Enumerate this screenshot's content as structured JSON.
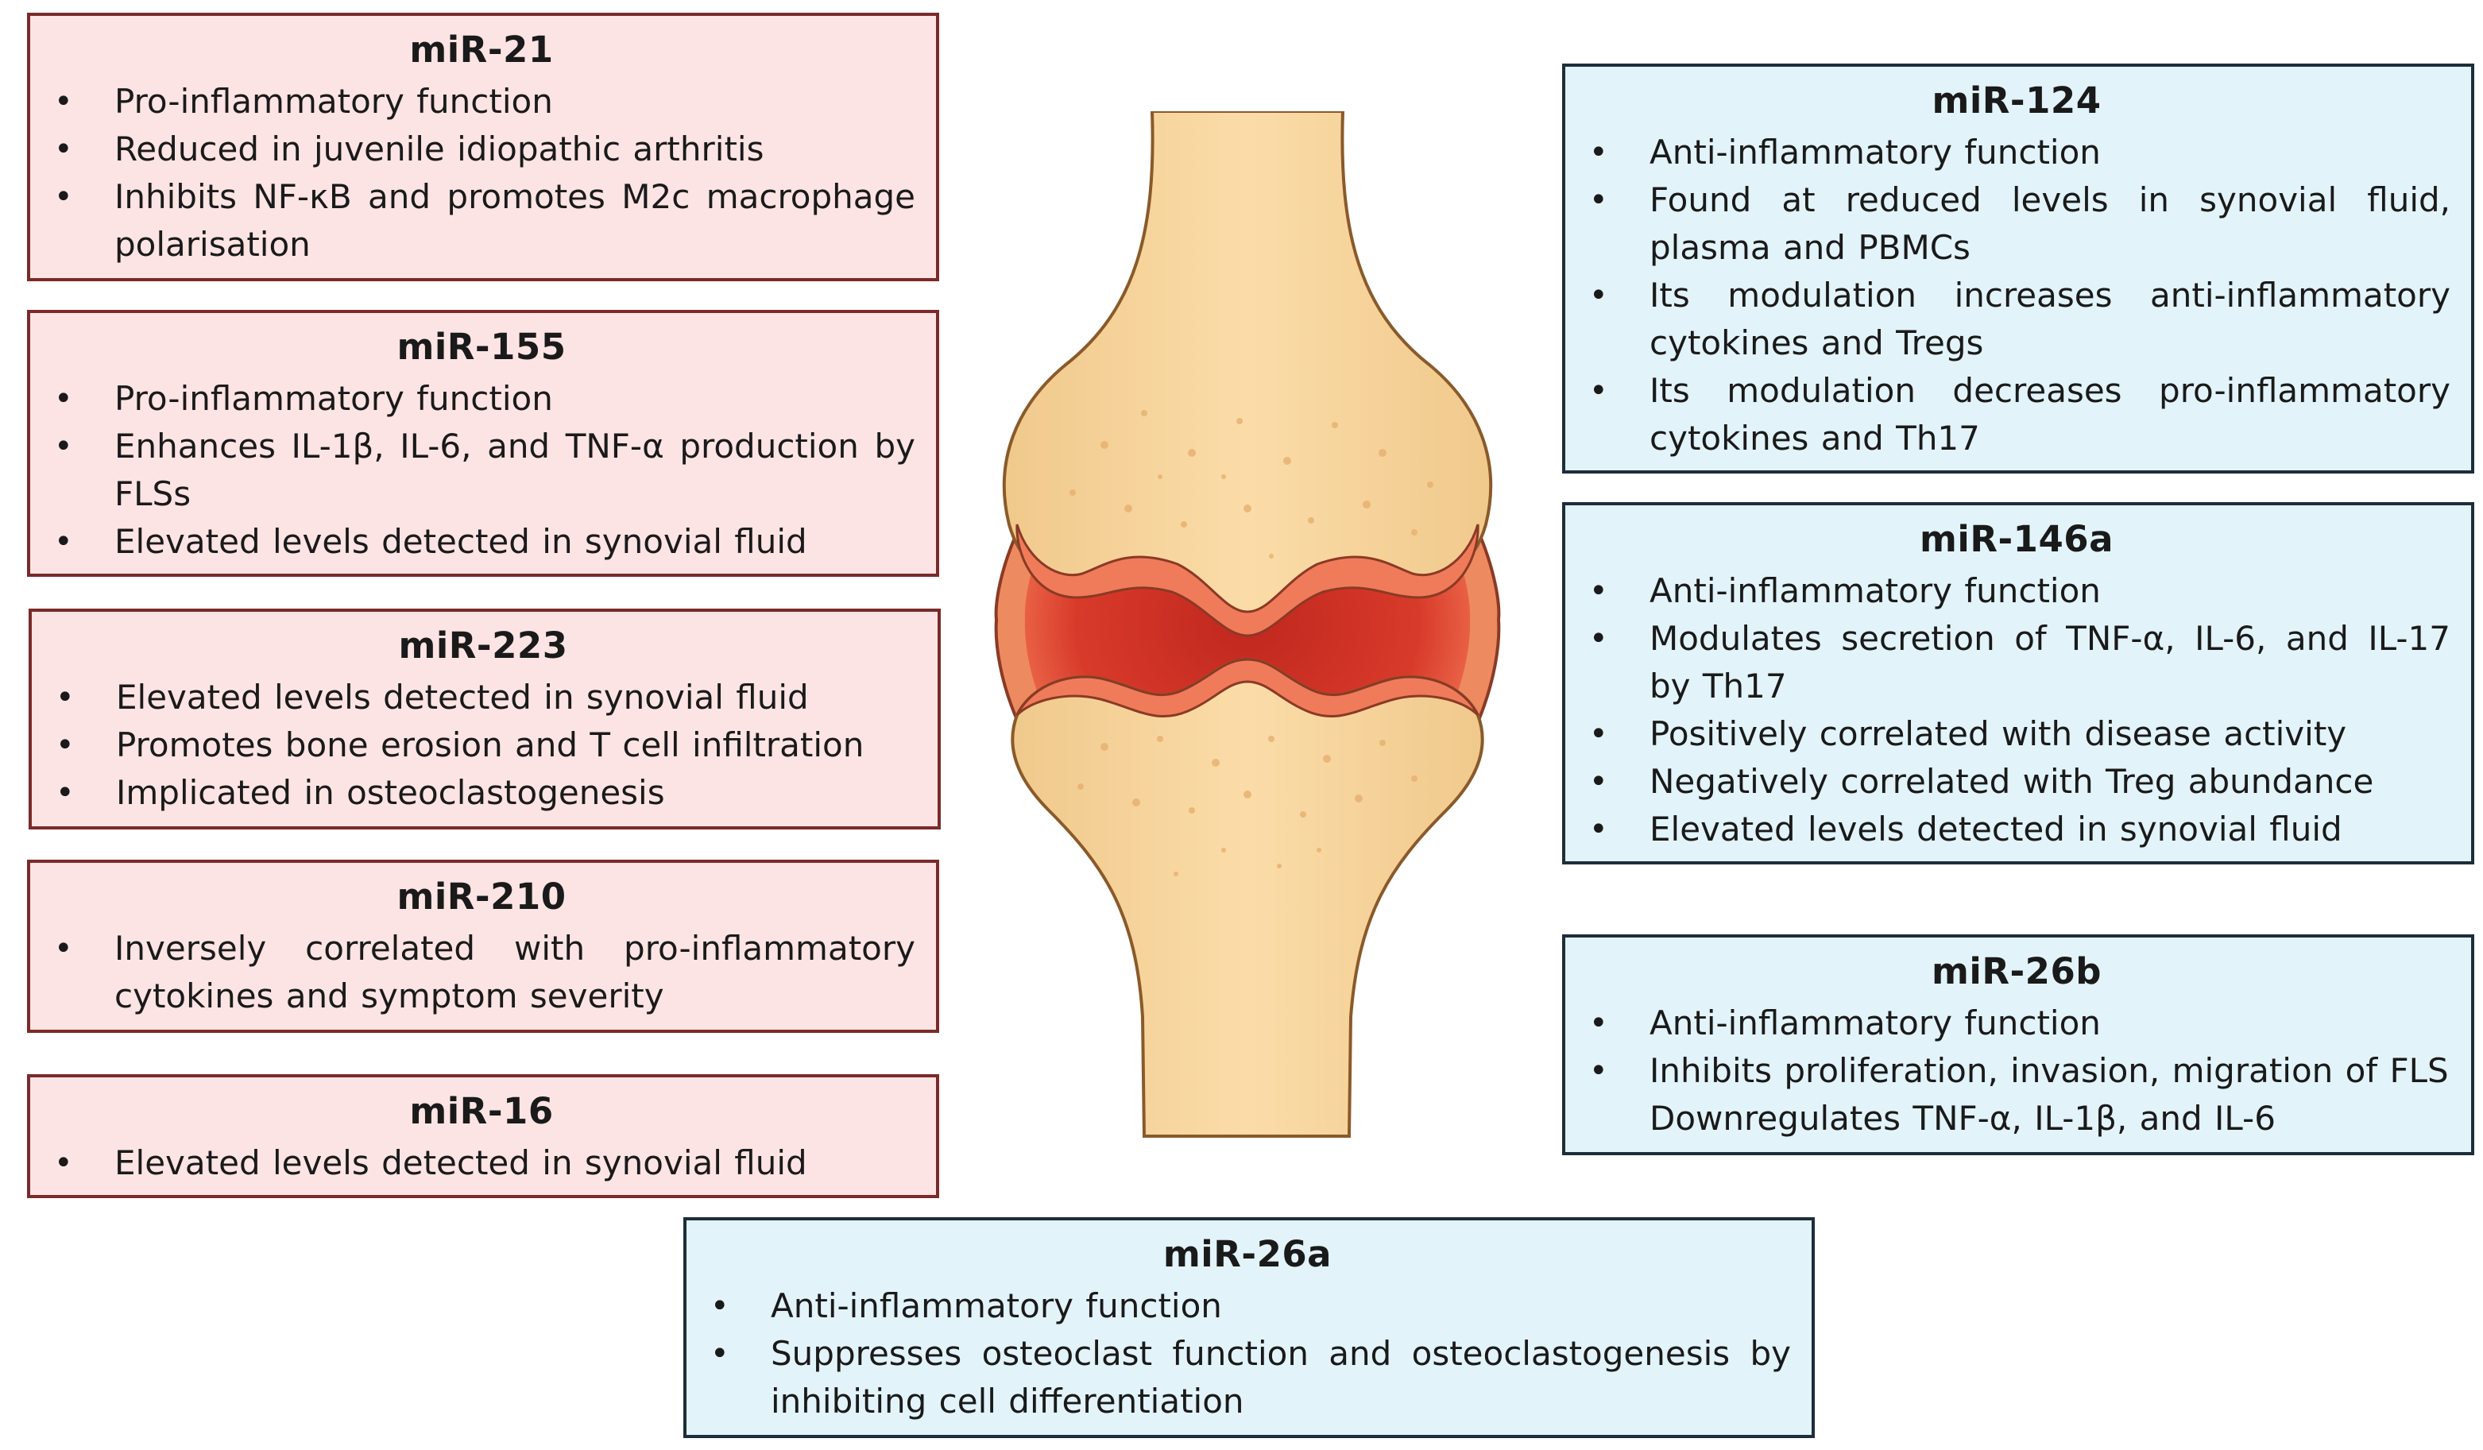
{
  "boxes": {
    "mir21": {
      "title": "miR-21",
      "items": [
        "Pro-inflammatory function",
        "Reduced in juvenile idiopathic arthritis",
        "Inhibits NF-κB and promotes M2c macrophage polarisation"
      ]
    },
    "mir155": {
      "title": "miR-155",
      "items": [
        "Pro-inflammatory function",
        "Enhances IL-1β, IL-6, and TNF-α production by FLSs",
        "Elevated levels detected in synovial fluid"
      ]
    },
    "mir223": {
      "title": "miR-223",
      "items": [
        "Elevated levels detected in synovial fluid",
        "Promotes bone erosion and T cell infiltration",
        "Implicated in osteoclastogenesis"
      ]
    },
    "mir210": {
      "title": "miR-210",
      "items": [
        "Inversely correlated with pro-inflammatory cytokines and symptom severity"
      ]
    },
    "mir16": {
      "title": "miR-16",
      "items": [
        "Elevated levels detected in synovial fluid"
      ]
    },
    "mir124": {
      "title": "miR-124",
      "items": [
        "Anti-inflammatory function",
        "Found at reduced levels in synovial fluid, plasma and PBMCs",
        "Its modulation increases anti-inflammatory cytokines and Tregs",
        "Its modulation decreases pro-inflammatory cytokines and Th17"
      ]
    },
    "mir146a": {
      "title": "miR-146a",
      "items": [
        "Anti-inflammatory function",
        "Modulates secretion of TNF-α, IL-6, and IL-17 by Th17",
        "Positively correlated with disease activity",
        "Negatively correlated with Treg abundance",
        "Elevated levels detected in synovial fluid"
      ]
    },
    "mir26b": {
      "title": "miR-26b",
      "items": [
        "Anti-inflammatory function",
        "Inhibits proliferation, invasion, migration of FLS",
        "Downregulates TNF-α, IL-1β, and IL-6"
      ]
    },
    "mir26a": {
      "title": "miR-26a",
      "items": [
        "Anti-inflammatory function",
        "Suppresses osteoclast function and osteoclastogenesis by inhibiting cell differentiation"
      ]
    }
  },
  "colors": {
    "pro_bg": "#fde4e4",
    "anti_bg": "#e2f3fa",
    "bone": "#fbd9a3",
    "synovium": "#e4553a"
  }
}
